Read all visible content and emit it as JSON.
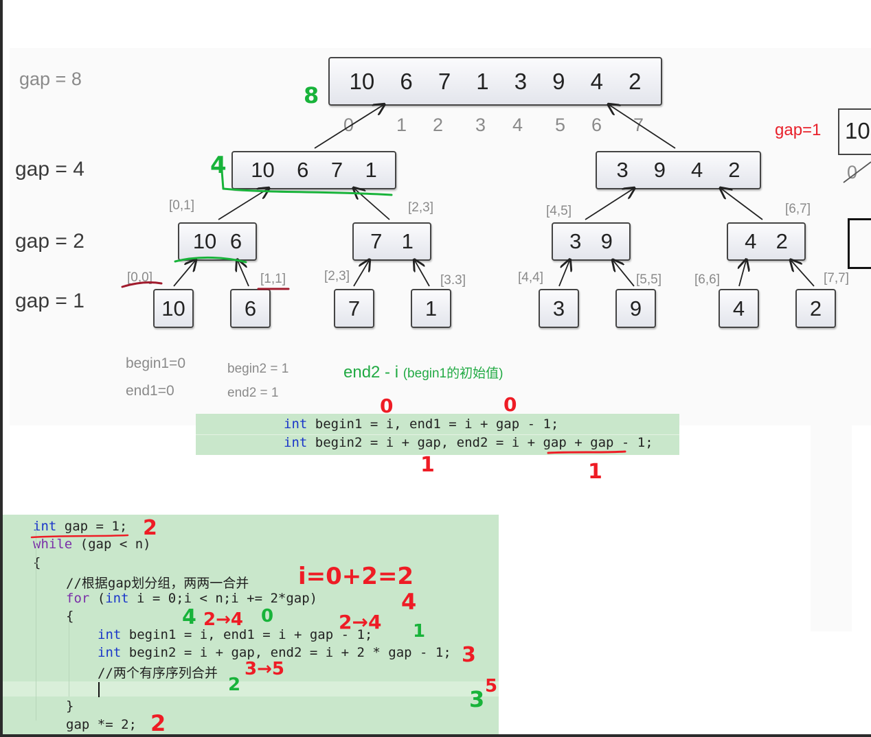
{
  "gap_labels": {
    "g8": "gap = 8",
    "g4": "gap = 4",
    "g2": "gap = 2",
    "g1": "gap = 1"
  },
  "root_values": [
    "10",
    "6",
    "7",
    "1",
    "3",
    "9",
    "4",
    "2"
  ],
  "root_indices": [
    "0",
    "1",
    "2",
    "3",
    "4",
    "5",
    "6",
    "7"
  ],
  "level4": [
    [
      "10",
      "6",
      "7",
      "1"
    ],
    [
      "3",
      "9",
      "4",
      "2"
    ]
  ],
  "level2": [
    [
      "10",
      "6"
    ],
    [
      "7",
      "1"
    ],
    [
      "3",
      "9"
    ],
    [
      "4",
      "2"
    ]
  ],
  "level1": [
    "10",
    "6",
    "7",
    "1",
    "3",
    "9",
    "4",
    "2"
  ],
  "ranges": {
    "l2": [
      "[0,1]",
      "[2,3]",
      "[4,5]",
      "[6,7]"
    ],
    "l1": [
      "[0,0]",
      "[1,1]",
      "[2,3]",
      "[3.3]",
      "[4,4]",
      "[5,5]",
      "[6,6]",
      "[7,7]"
    ]
  },
  "notes": {
    "begin1": "begin1=0",
    "end1": "end1=0",
    "begin2": "begin2 = 1",
    "end2": "end2 = 1",
    "green_main": "end2 - i",
    "green_small": "(begin1的初始值)"
  },
  "side": {
    "gap1": "gap=1",
    "val": "10",
    "idx": "0"
  },
  "code1": {
    "l1_kw": "int",
    "l1_rest": " begin1 = i, end1 = i + gap - 1;",
    "l2_kw": "int",
    "l2_rest": " begin2 = i + gap, end2 = i + gap + gap - 1;"
  },
  "code2": {
    "kw_int": "int",
    "gap_decl": " gap = 1;",
    "kw_while": "while",
    "while_rest": " (gap < n)",
    "open": "{",
    "comment1": "//根据gap划分组，两两一合并",
    "kw_for": "for",
    "for_a": " (",
    "for_int": "int",
    "for_rest": " i = 0;i < n;i += 2*gap)",
    "open2": "{",
    "int_a": "int",
    "line_b1": " begin1 = i, end1 = i + gap - 1;",
    "int_b": "int",
    "line_b2": " begin2 = i + gap, end2 = i + 2 * gap - 1;",
    "comment2": "//两个有序序列合并",
    "close2": "}",
    "gap_mul": "gap *= 2;"
  },
  "handwriting": {
    "h8": "8",
    "h4": "4",
    "c_zero1": "0",
    "c_zero2": "0",
    "c_one1": "1",
    "c_one2": "1",
    "n_2a": "2",
    "i_eq": "i=0+2=2",
    "n_4a": "4",
    "g_42": "4",
    "r_24": "2→4",
    "g_0": "0",
    "r_2to4": "2→4",
    "g_1": "1",
    "r_3": "3",
    "r_3to5": "3→5",
    "r_5": "5",
    "g_2": "2",
    "g_3": "3",
    "r_2b": "2"
  },
  "colors": {
    "red": "#ee1c25",
    "green": "#18b33a",
    "code_bg": "#c9e7cb"
  }
}
